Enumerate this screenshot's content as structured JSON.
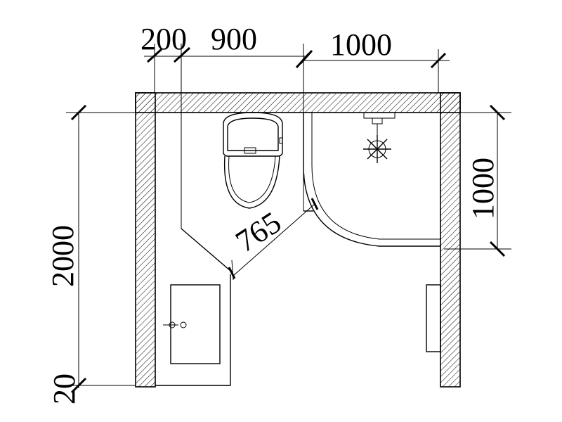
{
  "dimensions": {
    "top_left_seg": "200",
    "top_mid_seg": "900",
    "top_right_seg": "1000",
    "left_total": "2000",
    "left_bottom": "20",
    "right_seg": "1000",
    "diagonal": "765"
  }
}
